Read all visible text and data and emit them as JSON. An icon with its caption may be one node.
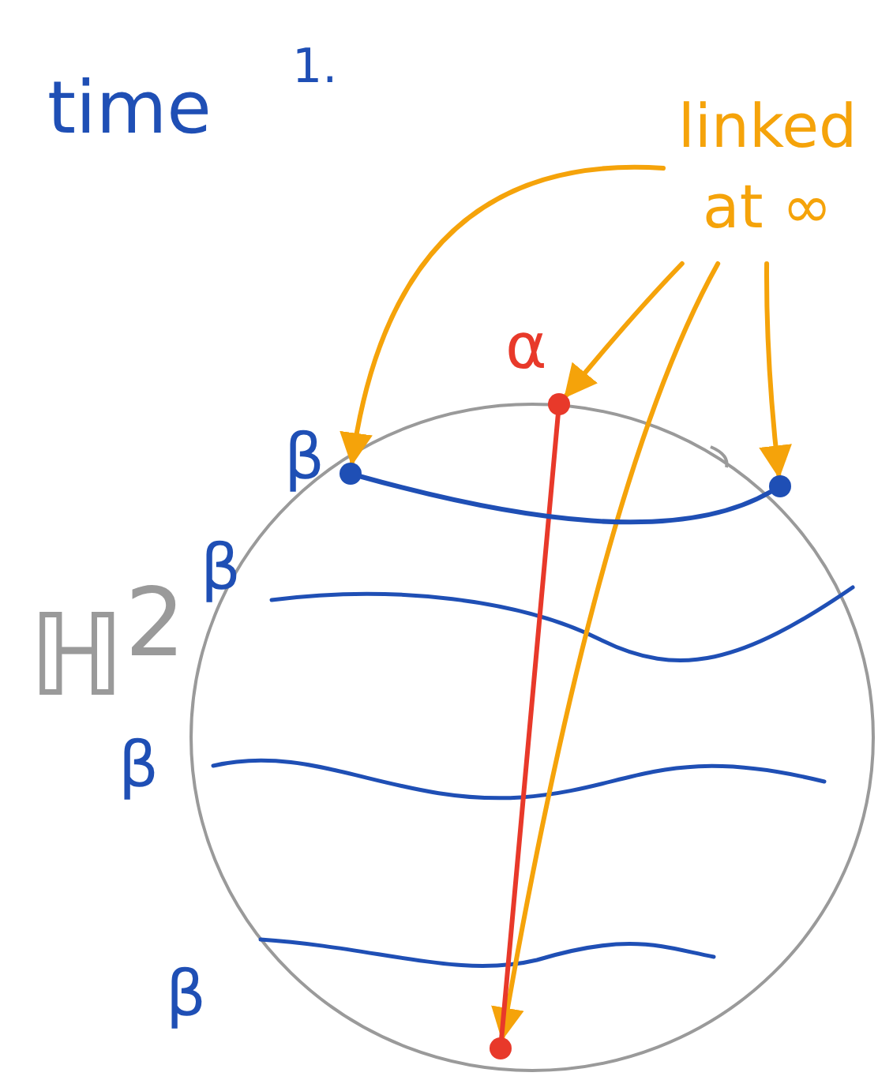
{
  "diagram": {
    "nodes": [
      {
        "text": [
          "linked at ∞"
        ]
      },
      {
        "text": [],
        "shape": "circle",
        "beside": [
          "β"
        ]
      },
      {
        "text": [],
        "shape": "circle",
        "beside": [
          "α"
        ]
      },
      {
        "text": [],
        "shape": "circle"
      },
      {
        "text": [],
        "shape": "circle"
      }
    ],
    "edges": [
      {
        "from": 0,
        "to": 1,
        "arrow": "to"
      },
      {
        "from": 0,
        "to": 2,
        "arrow": "to"
      },
      {
        "from": 0,
        "to": 3,
        "arrow": "to"
      },
      {
        "from": 0,
        "to": 4,
        "arrow": "to"
      },
      {
        "from": 2,
        "to": 4,
        "arrow": "none",
        "color": "#e8392a"
      },
      {
        "from": 1,
        "to": 3,
        "arrow": "none",
        "color": "#1f4fb5"
      }
    ],
    "labels": [
      "1.",
      "time",
      "β",
      "ℍ$^{2}$",
      "β",
      "β"
    ]
  }
}
